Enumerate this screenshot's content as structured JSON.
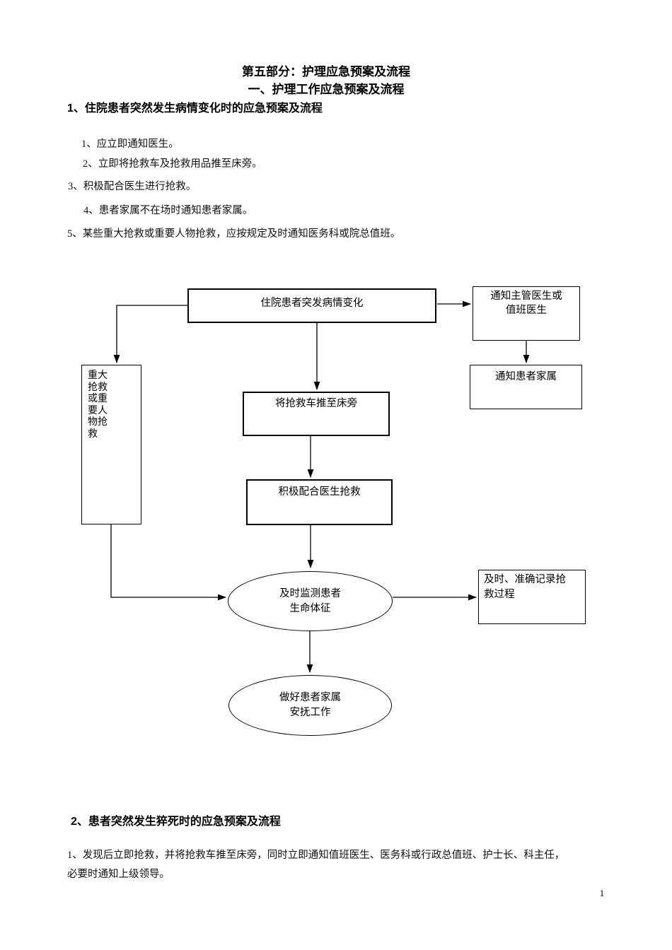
{
  "document": {
    "title": "第五部分：护理应急预案及流程",
    "subtitle": "一、护理工作应急预案及流程",
    "page_number": "1"
  },
  "section1": {
    "heading": "1、住院患者突然发生病情变化时的应急预案及流程",
    "items": [
      "1、应立即通知医生。",
      "2、立即将抢救车及抢救用品推至床旁。",
      "3、积极配合医生进行抢救。",
      "4、患者家属不在场时通知患者家属。",
      "5、某些重大抢救或重要人物抢救，应按规定及时通知医务科或院总值班。"
    ]
  },
  "flowchart": {
    "nodes": {
      "start": {
        "label": "住院患者突发病情变化"
      },
      "notify_doctor": {
        "lines": [
          "通知主管医生或",
          "值班医生"
        ]
      },
      "notify_family": {
        "label": "通知患者家属"
      },
      "major_rescue": {
        "lines": [
          "重大",
          "抢救",
          "或重",
          "要人",
          "物抢",
          "救"
        ]
      },
      "push_cart": {
        "label": "将抢救车推至床旁"
      },
      "cooperate": {
        "label": "积极配合医生抢救"
      },
      "monitor": {
        "lines": [
          "及时监测患者",
          "生命体征"
        ]
      },
      "record": {
        "lines": [
          "及时、准确记录抢",
          "救过程"
        ]
      },
      "comfort": {
        "lines": [
          "做好患者家属",
          "安抚工作"
        ]
      }
    }
  },
  "section2": {
    "heading": "2、患者突然发生猝死时的应急预案及流程",
    "paragraph_lines": [
      "1、发现后立即抢救，并将抢救车推至床旁，同时立即通知值班医生、医务科或行政总值班、护士长、科主任，",
      "必要时通知上级领导。"
    ]
  }
}
